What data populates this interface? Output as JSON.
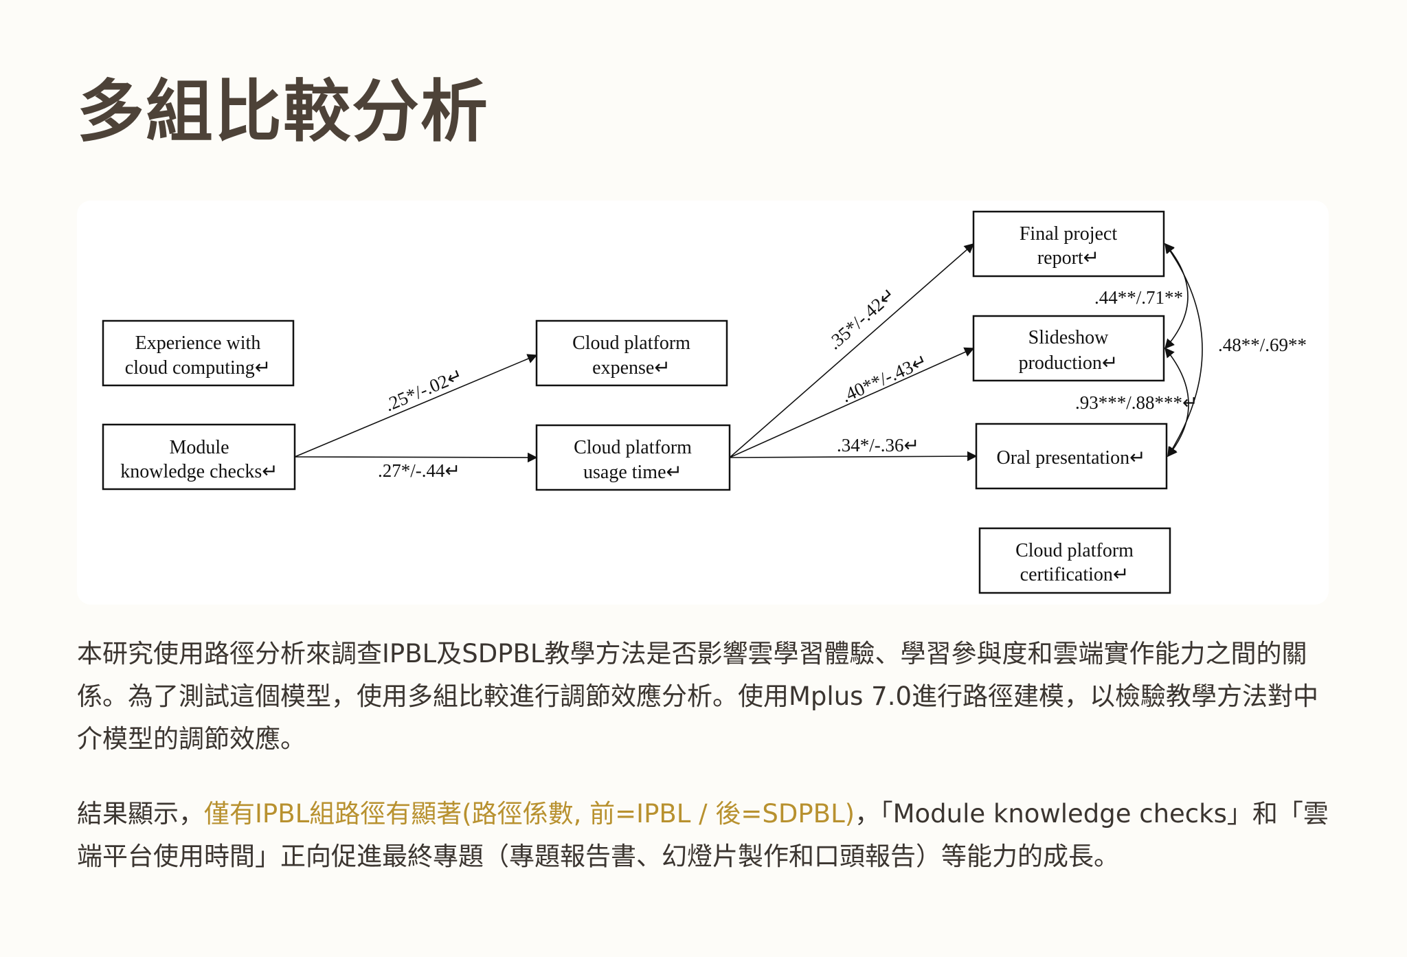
{
  "title": "多組比較分析",
  "diagram": {
    "boxes": {
      "experience": [
        "Experience with",
        "cloud computing↵"
      ],
      "module": [
        "Module",
        "knowledge checks↵"
      ],
      "expense": [
        "Cloud platform",
        "expense↵"
      ],
      "usage": [
        "Cloud platform",
        "usage time↵"
      ],
      "final": [
        "Final project",
        "report↵"
      ],
      "slideshow": [
        "Slideshow",
        "production↵"
      ],
      "oral": [
        "Oral presentation↵"
      ],
      "cert": [
        "Cloud platform",
        "certification↵"
      ]
    },
    "paths": {
      "module_expense": ".25*/-.02↵",
      "module_usage": ".27*/-.44↵",
      "usage_final": ".35*/-.42↵",
      "usage_slideshow": ".40**/-.43↵",
      "usage_oral": ".34*/-.36↵"
    },
    "correlations": {
      "final_slideshow": ".44**/.71**",
      "final_oral": ".48**/.69**",
      "slideshow_oral": ".93***/.88***↵"
    }
  },
  "paragraph1": "本研究使用路徑分析來調查IPBL及SDPBL教學方法是否影響雲學習體驗、學習參與度和雲端實作能力之間的關係。為了測試這個模型，使用多組比較進行調節效應分析。使用Mplus 7.0進行路徑建模，以檢驗教學方法對中介模型的調節效應。",
  "paragraph2": {
    "lead": "結果顯示，",
    "highlight": "僅有IPBL組路徑有顯著(路徑係數, 前=IPBL / 後=SDPBL)",
    "rest": "，「Module knowledge checks」和「雲端平台使用時間」正向促進最終專題（專題報告書、幻燈片製作和口頭報告）等能力的成長。"
  },
  "colors": {
    "background": "#fdfcf8",
    "title": "#4d4238",
    "body_text": "#3b3530",
    "highlight": "#b8912f"
  }
}
